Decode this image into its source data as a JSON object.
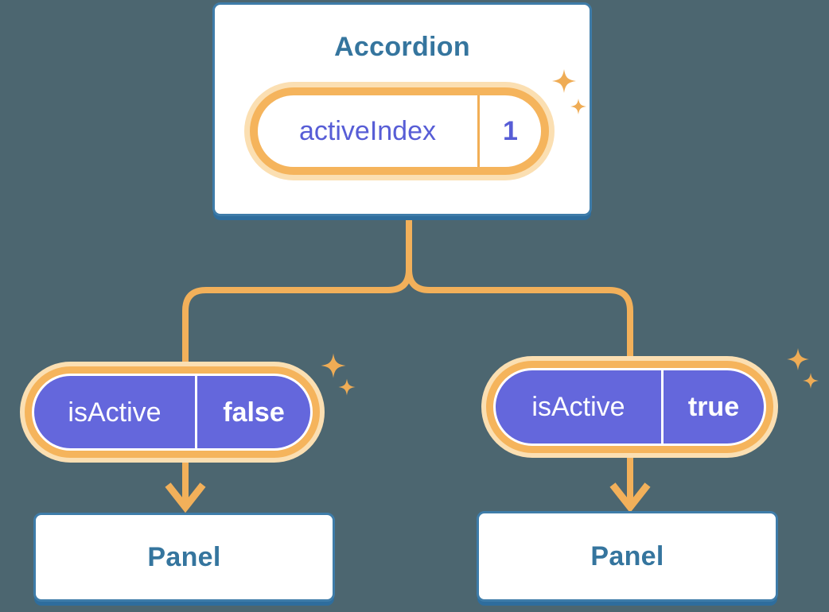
{
  "diagram": {
    "accordion": {
      "title": "Accordion",
      "state": {
        "name": "activeIndex",
        "value": "1"
      }
    },
    "branches": [
      {
        "prop": {
          "name": "isActive",
          "value": "false"
        },
        "child": {
          "title": "Panel"
        }
      },
      {
        "prop": {
          "name": "isActive",
          "value": "true"
        },
        "child": {
          "title": "Panel"
        }
      }
    ],
    "icons": [
      "sparkle-icon",
      "arrow-down-icon"
    ],
    "colors": {
      "background": "#4C6670",
      "card_background": "#FFFFFF",
      "card_border": "#3E7CA9",
      "card_shadow": "#2E6D9D",
      "card_text": "#35759E",
      "state_text": "#575DD6",
      "pill_ring": "#F5B45C",
      "pill_halo": "#FBDFB2",
      "prop_pill_fill": "#6467DC",
      "prop_pill_text": "#FFFFFF",
      "connector": "#F2B05A",
      "sparkle": "#EFAC55"
    }
  }
}
